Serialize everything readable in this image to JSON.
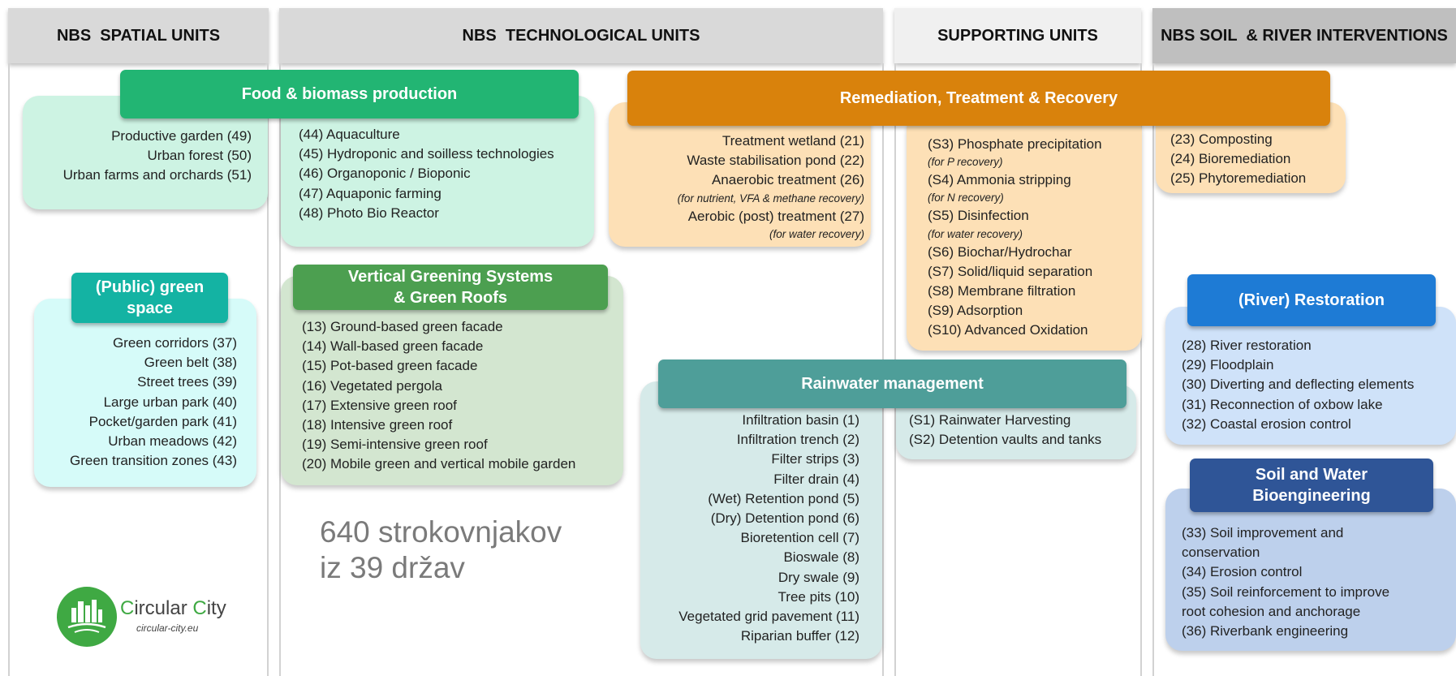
{
  "headers": {
    "spatial": "NBS  SPATIAL UNITS",
    "technological": "NBS  TECHNOLOGICAL UNITS",
    "supporting": "SUPPORTING UNITS",
    "soil_river": "NBS SOIL  & RIVER INTERVENTIONS"
  },
  "colors": {
    "header_spatial": "#d9d9d9",
    "header_supporting": "#f0f0f0",
    "header_soil": "#bfbfbf",
    "food_label": "#22b573",
    "food_box": "#cdf3e3",
    "green_space_label": "#14b3a3",
    "green_space_box": "#d6fbf9",
    "vertical_label": "#4c9f50",
    "vertical_box": "#d3e6d0",
    "remediation_label": "#d9820c",
    "remediation_box": "#fde0b6",
    "rainwater_label": "#4e9e99",
    "rainwater_box": "#d6eae9",
    "river_label": "#1e7bd5",
    "river_box": "#cfe2f9",
    "soil_label": "#2f5597",
    "soil_box": "#bdd0ec"
  },
  "food": {
    "label": "Food & biomass production",
    "spatial_items": [
      "Productive garden (49)",
      "Urban forest (50)",
      "Urban farms and orchards (51)"
    ],
    "tech_items": [
      "(44) Aquaculture",
      "(45) Hydroponic and soilless technologies",
      "(46) Organoponic / Biopo­nic",
      "(47) Aquaponic farming",
      "(48) Photo Bio Reactor"
    ]
  },
  "green_space": {
    "label": "(Public) green space",
    "items": [
      "Green corridors (37)",
      "Green belt (38)",
      "Street trees (39)",
      "Large urban park (40)",
      "Pocket/garden park (41)",
      "Urban meadows (42)",
      "Green transition zones (43)"
    ]
  },
  "vertical": {
    "label_line1": "Vertical Greening Systems",
    "label_line2": "& Green Roofs",
    "items": [
      "(13) Ground-based green facade",
      "(14) Wall-based green facade",
      "(15) Pot-based green facade",
      "(16) Vegetated pergola",
      "(17) Extensive green roof",
      "(18) Intensive green roof",
      "(19) Semi-intensive green roof",
      "(20) Mobile green and vertical mobile garden"
    ]
  },
  "remediation": {
    "label": "Remediation, Treatment & Recovery",
    "tech": {
      "l1": "Treatment wetland (21)",
      "l2": "Waste stabilisation pond (22)",
      "l3": "Anaerobic treatment (26)",
      "n3": "(for nutrient, VFA & methane recovery)",
      "l4": "Aerobic (post) treatment (27)",
      "n4": "(for water recovery)"
    },
    "supporting": {
      "s3": "(S3) Phosphate precipitation",
      "s3n": "(for P recovery)",
      "s4": "(S4) Ammonia stripping",
      "s4n": "(for N recovery)",
      "s5": "(S5) Disinfection",
      "s5n": "(for water recovery)",
      "s6": "(S6) Biochar/Hydrochar",
      "s7": "(S7) Solid/liquid separation",
      "s8": "(S8) Membrane filtration",
      "s9": "(S9) Adsorption",
      "s10": "(S10) Advanced Oxidation"
    },
    "soil_items": [
      "(23) Composting",
      "(24) Bioremediation",
      "(25) Phytoremediation"
    ]
  },
  "rainwater": {
    "label": "Rainwater management",
    "items": [
      "Infiltration basin (1)",
      "Infiltration trench (2)",
      "Filter strips (3)",
      "Filter drain (4)",
      "(Wet) Retention pond (5)",
      "(Dry) Detention pond (6)",
      "Bioretention cell (7)",
      "Bioswale (8)",
      "Dry swale (9)",
      "Tree pits (10)",
      "Vegetated grid pavement (11)",
      "Riparian buffer (12)"
    ],
    "supporting_items": [
      "(S1) Rainwater Harvesting",
      "(S2) Detention vaults and tanks"
    ]
  },
  "river": {
    "label": "(River) Restoration",
    "items": [
      "(28) River restoration",
      "(29) Floodplain",
      "(30) Diverting and deflecting elements",
      "(31) Reconnection of oxbow lake",
      "(32) Coastal erosion control"
    ]
  },
  "soil": {
    "label_line1": "Soil and Water",
    "label_line2": "Bioengineering",
    "items": [
      "(33) Soil improvement and",
      "conservation",
      "(34) Erosion control",
      "(35) Soil reinforcement to improve",
      "root cohesion and anchorage",
      "(36) Riverbank engineering"
    ]
  },
  "overlay": {
    "line1": "640 strokovnjakov",
    "line2": "iz 39 držav"
  },
  "logo": {
    "name_c1": "C",
    "name_rest1": "ircular ",
    "name_c2": "C",
    "name_rest2": "ity",
    "url": "circular-city.eu"
  }
}
